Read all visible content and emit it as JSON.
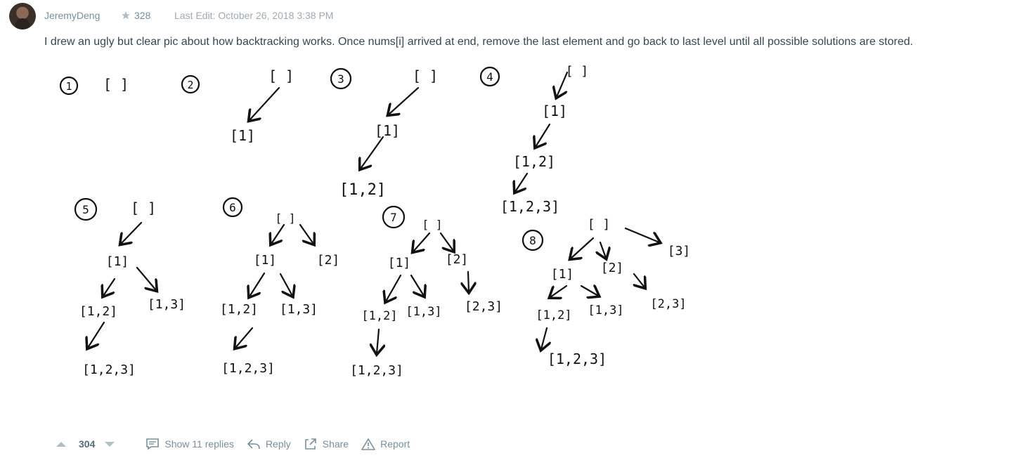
{
  "post": {
    "author": "JeremyDeng",
    "reputation": "328",
    "last_edit": "Last Edit: October 26, 2018 3:38 PM",
    "content": "I drew an ugly but clear pic about how backtracking works. Once nums[i] arrived at end, remove the last element and go back to last level until all possible solutions are stored."
  },
  "drawing": {
    "steps": [
      "1",
      "2",
      "3",
      "4",
      "5",
      "6",
      "7",
      "8"
    ],
    "nodes": {
      "empty": "[ ]",
      "n1": "[1]",
      "n2": "[2]",
      "n3": "[3]",
      "n12": "[1,2]",
      "n13": "[1,3]",
      "n23": "[2,3]",
      "n123": "[1,2,3]"
    }
  },
  "footer": {
    "votes": "304",
    "show_replies": "Show 11 replies",
    "reply": "Reply",
    "share": "Share",
    "report": "Report"
  }
}
